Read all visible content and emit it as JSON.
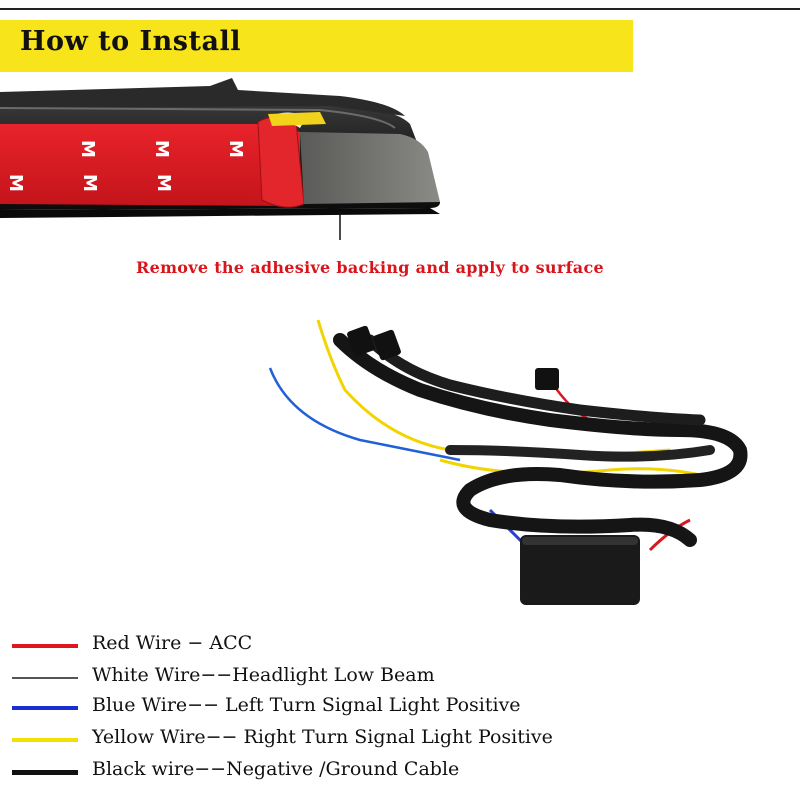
{
  "header": {
    "title": "How to Install"
  },
  "photo": {
    "caption": "Remove the adhesive backing and apply to surface",
    "tape_mark": "M"
  },
  "legend": {
    "items": [
      {
        "label": "Red Wire − ACC",
        "color": "#e0161e"
      },
      {
        "label": "White Wire−−Headlight Low Beam",
        "color": "#555555"
      },
      {
        "label": "Blue Wire−− Left Turn Signal Light Positive",
        "color": "#1b2fd0"
      },
      {
        "label": "Yellow Wire−− Right Turn Signal Light Positive",
        "color": "#f2e000"
      },
      {
        "label": "Black wire−−Negative /Ground Cable",
        "color": "#111111"
      }
    ]
  }
}
